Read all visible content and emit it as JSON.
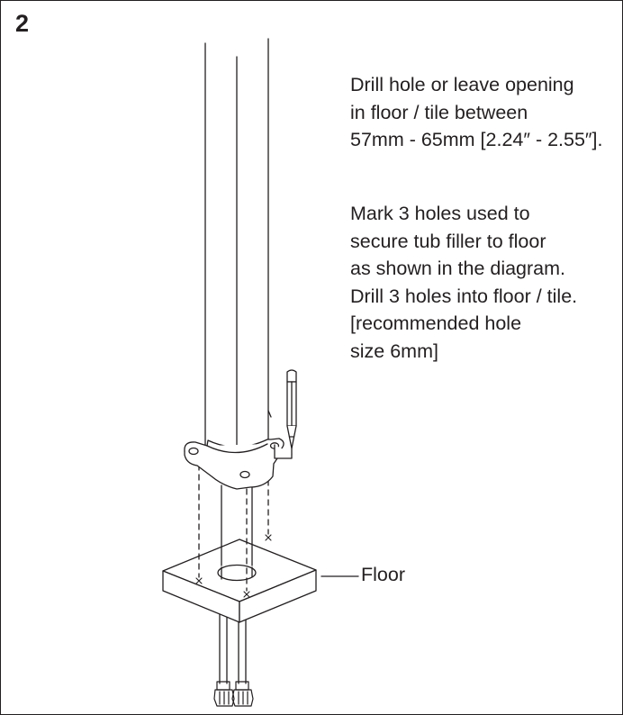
{
  "step": {
    "number": "2"
  },
  "instructions": {
    "paragraph1": [
      "Drill hole or leave opening",
      "in floor / tile between",
      "57mm - 65mm [2.24″ - 2.55″]."
    ],
    "paragraph2": [
      "Mark 3 holes used to",
      "secure tub filler to floor",
      "as shown in the diagram.",
      "Drill 3 holes into floor / tile.",
      "[recommended hole",
      "size 6mm]"
    ]
  },
  "labels": {
    "floor": "Floor"
  },
  "colors": {
    "ink": "#231f20",
    "background": "#ffffff"
  },
  "icons": {
    "marking_tool": "pencil-icon"
  }
}
